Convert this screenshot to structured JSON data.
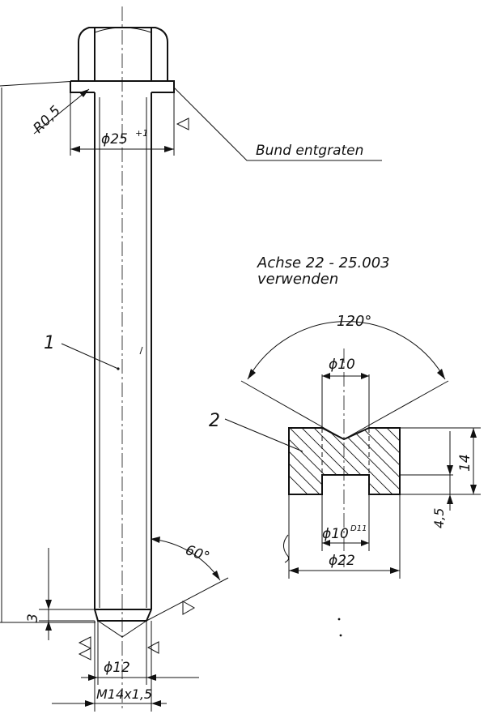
{
  "part1": {
    "item_number": "1",
    "radius_label": "R0,5",
    "collar_diameter_label": "ϕ25",
    "collar_tolerance": "+1",
    "deburr_note": "Bund entgraten",
    "angle_label": "60°",
    "chamfer_length_label": "3",
    "core_diameter_label": "ϕ12",
    "thread_label": "M14x1,5"
  },
  "part2": {
    "item_number": "2",
    "note_line1": "Achse 22 - 25.003",
    "note_line2": "verwenden",
    "cone_angle_label": "120°",
    "bore_diameter_label": "ϕ10",
    "height_label": "14",
    "recess_depth_label": "4,5",
    "recess_diameter_label": "ϕ10",
    "recess_tolerance": "D11",
    "outer_diameter_label": "ϕ22"
  },
  "colors": {
    "ink": "#111111",
    "paper": "#ffffff"
  }
}
